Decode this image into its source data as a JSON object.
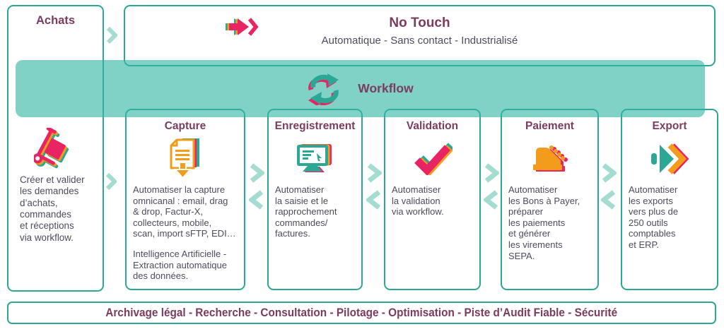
{
  "colors": {
    "teal": "#2ca795",
    "teal_band": "#82d3c6",
    "teal_chevron": "#a4dcd2",
    "pink": "#e82562",
    "orange": "#f39b1b",
    "purple": "#7b3c60",
    "body_text": "#4d4c5e"
  },
  "achats": {
    "title": "Achats",
    "icon": "hand-truck-icon",
    "description": "Créer et valider\nles demandes\nd’achats,\ncommandes\net réceptions\nvia workflow."
  },
  "no_touch": {
    "title": "No Touch",
    "subtitle": "Automatique - Sans contact - Industrialisé",
    "icon": "fast-forward-arrow-icon"
  },
  "workflow": {
    "label": "Workflow",
    "icon": "sync-cycle-icon"
  },
  "stages": [
    {
      "title": "Capture",
      "icon": "document-download-icon",
      "description": "Automatiser la capture\nomnicanal : email, drag\n& drop, Factur-X,\ncollecteurs, mobile,\nscan, import sFTP, EDI…",
      "description2": "Intelligence Artificielle -\nExtraction automatique\ndes données."
    },
    {
      "title": "Enregistrement",
      "icon": "computer-monitor-icon",
      "description": "Automatiser\nla saisie et le\nrapprochement\ncommandes/\nfactures.",
      "description2": ""
    },
    {
      "title": "Validation",
      "icon": "checkmark-icon",
      "description": "Automatiser\nla validation\nvia workflow.",
      "description2": ""
    },
    {
      "title": "Paiement",
      "icon": "cash-register-icon",
      "description": "Automatiser\nles Bons à Payer,\npréparer\nles paiements\net générer\nles virements\nSEPA.",
      "description2": ""
    },
    {
      "title": "Export",
      "icon": "export-arrow-icon",
      "description": "Automatiser\nles exports\nvers plus de\n250 outils\ncomptables\net ERP.",
      "description2": ""
    }
  ],
  "footer": {
    "label": "Archivage légal - Recherche - Consultation - Pilotage - Optimisation - Piste d’Audit Fiable - Sécurité"
  }
}
